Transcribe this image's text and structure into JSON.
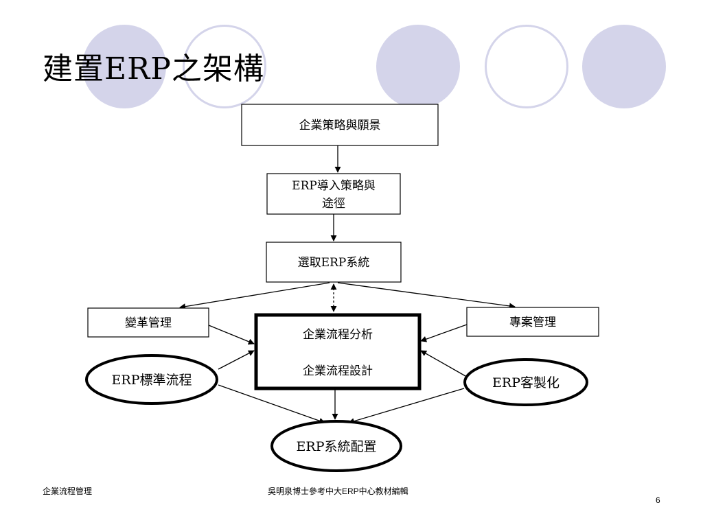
{
  "slide": {
    "title": "建置ERP之架構",
    "page_number": "6"
  },
  "footer": {
    "left": "企業流程管理",
    "center": "吳明泉博士參考中大ERP中心教材編輯"
  },
  "diagram": {
    "nodes": {
      "strategy_vision": "企業策略與願景",
      "erp_strategy_line1": "ERP導入策略與",
      "erp_strategy_line2": "途徑",
      "select_erp": "選取ERP系統",
      "change_mgmt": "變革管理",
      "process_analysis": "企業流程分析",
      "process_design": "企業流程設計",
      "project_mgmt": "專案管理",
      "erp_standard": "ERP標準流程",
      "erp_custom": "ERP客製化",
      "erp_config": "ERP系統配置"
    }
  },
  "theme": {
    "circle_color": "#d4d4ea"
  }
}
